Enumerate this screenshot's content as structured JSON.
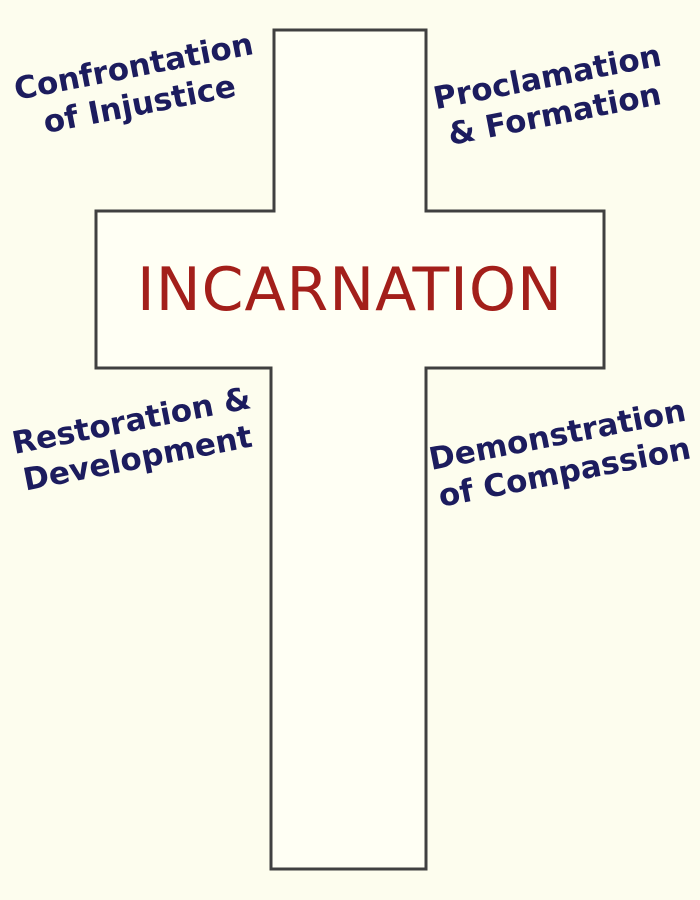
{
  "colors": {
    "background": "#FDFDEE",
    "cross_fill": "#FFFFF4",
    "cross_outline": "#404040",
    "center_text": "#A31F1A",
    "label_text": "#1C1C5E"
  },
  "center": {
    "title": "INCARNATION"
  },
  "labels": {
    "top_left": {
      "line1": "Confrontation",
      "line2": "of Injustice"
    },
    "top_right": {
      "line1": "Proclamation",
      "line2": "& Formation"
    },
    "bottom_left": {
      "line1": "Restoration &",
      "line2": "Development"
    },
    "bottom_right": {
      "line1": "Demonstration",
      "line2": "of Compassion"
    }
  }
}
